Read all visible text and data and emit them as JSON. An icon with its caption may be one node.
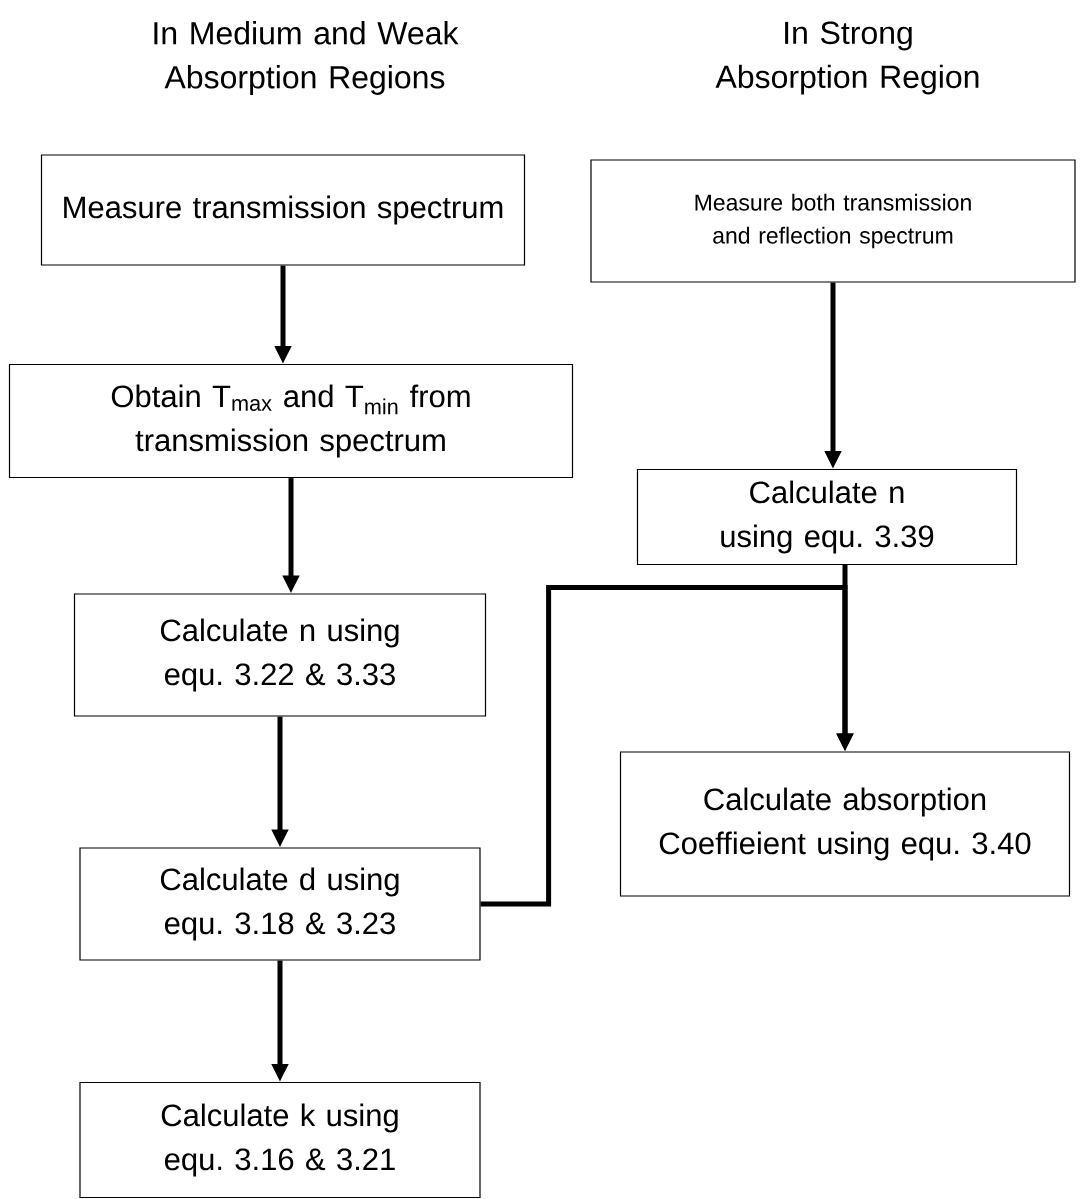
{
  "diagram": {
    "nodes": [
      {
        "text": [
          "Measure transmission spectrum"
        ]
      },
      {
        "text": [
          "Obtain T$_{max}$ and T$_{min}$ from transmission spectrum"
        ]
      },
      {
        "text": [
          "Calculate n using equ. 3.22 & 3.33"
        ]
      },
      {
        "text": [
          "Calculate d using equ. 3.18 & 3.23"
        ]
      },
      {
        "text": [
          "Calculate k using equ. 3.16 & 3.21"
        ]
      },
      {
        "text": [
          "Measure both transmission and reflection spectrum"
        ]
      },
      {
        "text": [
          "Calculate n using equ. 3.39"
        ]
      },
      {
        "text": [
          "Calculate absorption Coeffieient using equ. 3.40"
        ]
      }
    ],
    "edges": [
      {
        "from": 0,
        "to": 1,
        "arrow": "to"
      },
      {
        "from": 1,
        "to": 2,
        "arrow": "to"
      },
      {
        "from": 2,
        "to": 3,
        "arrow": "to"
      },
      {
        "from": 3,
        "to": 4,
        "arrow": "to"
      },
      {
        "from": 5,
        "to": 6,
        "arrow": "to"
      },
      {
        "from": 6,
        "to": 7,
        "arrow": "to"
      },
      {
        "from": 3,
        "to": 7,
        "arrow": "to"
      }
    ],
    "labels": [
      "In Medium and Weak Absorption Regions",
      "In Strong Absorption Region"
    ]
  }
}
